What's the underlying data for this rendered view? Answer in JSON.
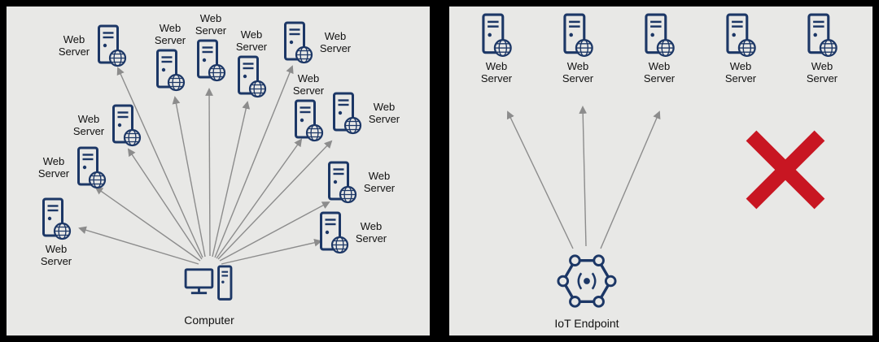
{
  "colors": {
    "background": "#000000",
    "panel_background": "#e8e8e6",
    "icon_navy": "#1c3766",
    "arrow_gray": "#8c8c8c",
    "cross_red": "#c81622",
    "label_text": "#121212"
  },
  "left_panel": {
    "computer": {
      "label": "Computer",
      "icon": "computer-icon"
    },
    "server_count": 12,
    "servers": [
      {
        "label": "Web Server",
        "icon": "web-server-icon"
      },
      {
        "label": "Web Server",
        "icon": "web-server-icon"
      },
      {
        "label": "Web Server",
        "icon": "web-server-icon"
      },
      {
        "label": "Web Server",
        "icon": "web-server-icon"
      },
      {
        "label": "Web Server",
        "icon": "web-server-icon"
      },
      {
        "label": "Web Server",
        "icon": "web-server-icon"
      },
      {
        "label": "Web Server",
        "icon": "web-server-icon"
      },
      {
        "label": "Web Server",
        "icon": "web-server-icon"
      },
      {
        "label": "Web Server",
        "icon": "web-server-icon"
      },
      {
        "label": "Web Server",
        "icon": "web-server-icon"
      },
      {
        "label": "Web Server",
        "icon": "web-server-icon"
      },
      {
        "label": "Web Server",
        "icon": "web-server-icon"
      }
    ]
  },
  "right_panel": {
    "endpoint": {
      "label": "IoT Endpoint",
      "icon": "iot-endpoint-icon"
    },
    "server_count": 5,
    "connected_count": 3,
    "servers": [
      {
        "label": "Web Server",
        "icon": "web-server-icon"
      },
      {
        "label": "Web Server",
        "icon": "web-server-icon"
      },
      {
        "label": "Web Server",
        "icon": "web-server-icon"
      },
      {
        "label": "Web Server",
        "icon": "web-server-icon"
      },
      {
        "label": "Web Server",
        "icon": "web-server-icon"
      }
    ],
    "blocked_icon": "red-x-icon"
  }
}
